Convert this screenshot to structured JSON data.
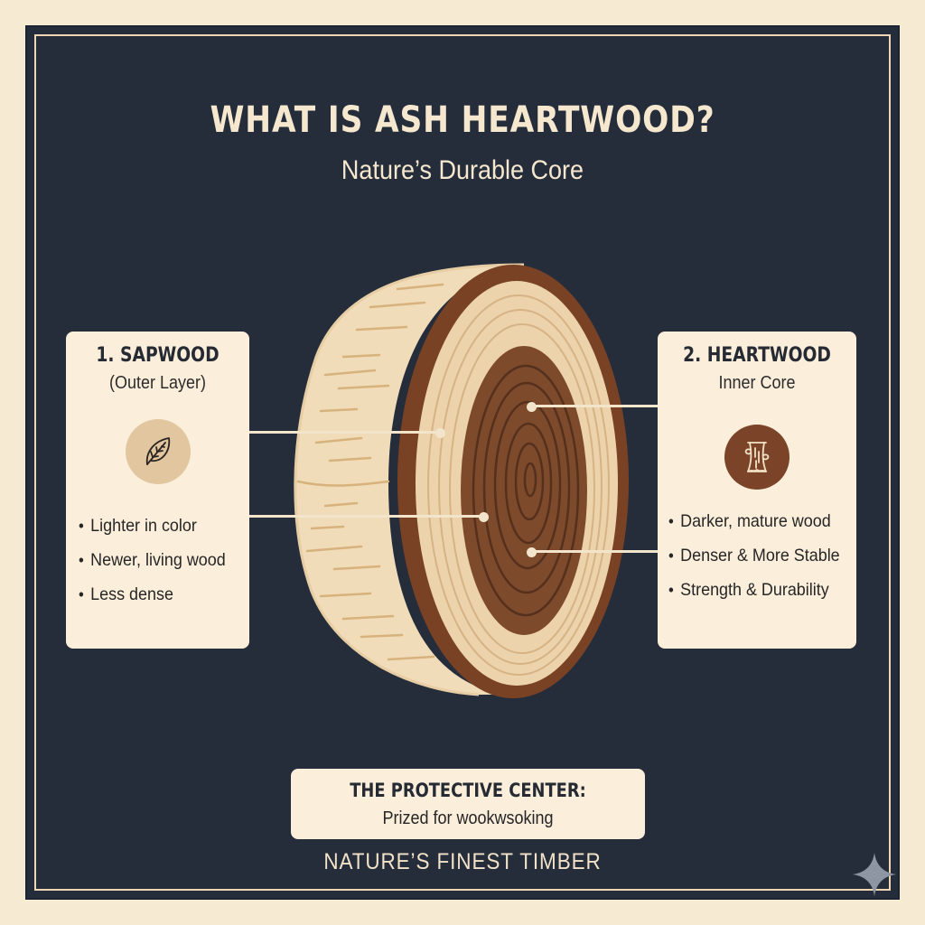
{
  "header": {
    "title": "WHAT IS ASH HEARTWOOD?",
    "subtitle": "Nature’s Durable Core"
  },
  "sapwood_card": {
    "heading": "1. SAPWOOD",
    "subheading": "(Outer Layer)",
    "icon": "leaf-icon",
    "bullets": [
      "Lighter in color",
      "Newer, living wood",
      "Less dense"
    ]
  },
  "heartwood_card": {
    "heading": "2. HEARTWOOD",
    "subheading": "Inner Core",
    "icon": "tree-trunk-icon",
    "bullets": [
      "Darker, mature wood",
      "Denser & More Stable",
      "Strength & Durability"
    ]
  },
  "illustration": {
    "subject": "log-cross-section",
    "colors": {
      "bark": "#7a4225",
      "sapwood": "#ecd3ac",
      "heartwood": "#7e4a2c",
      "ring_line": "#55301c",
      "side": "#f0dcb8"
    }
  },
  "footer": {
    "box_title": "THE PROTECTIVE CENTER:",
    "box_text": "Prized for wookwsoking",
    "tagline": "NATURE’S FINEST TIMBER"
  },
  "colors": {
    "background": "#f7ead3",
    "panel": "#252d3b",
    "card": "#fbeedb",
    "accent_brown": "#7b4428",
    "accent_tan": "#e2c6a0"
  }
}
